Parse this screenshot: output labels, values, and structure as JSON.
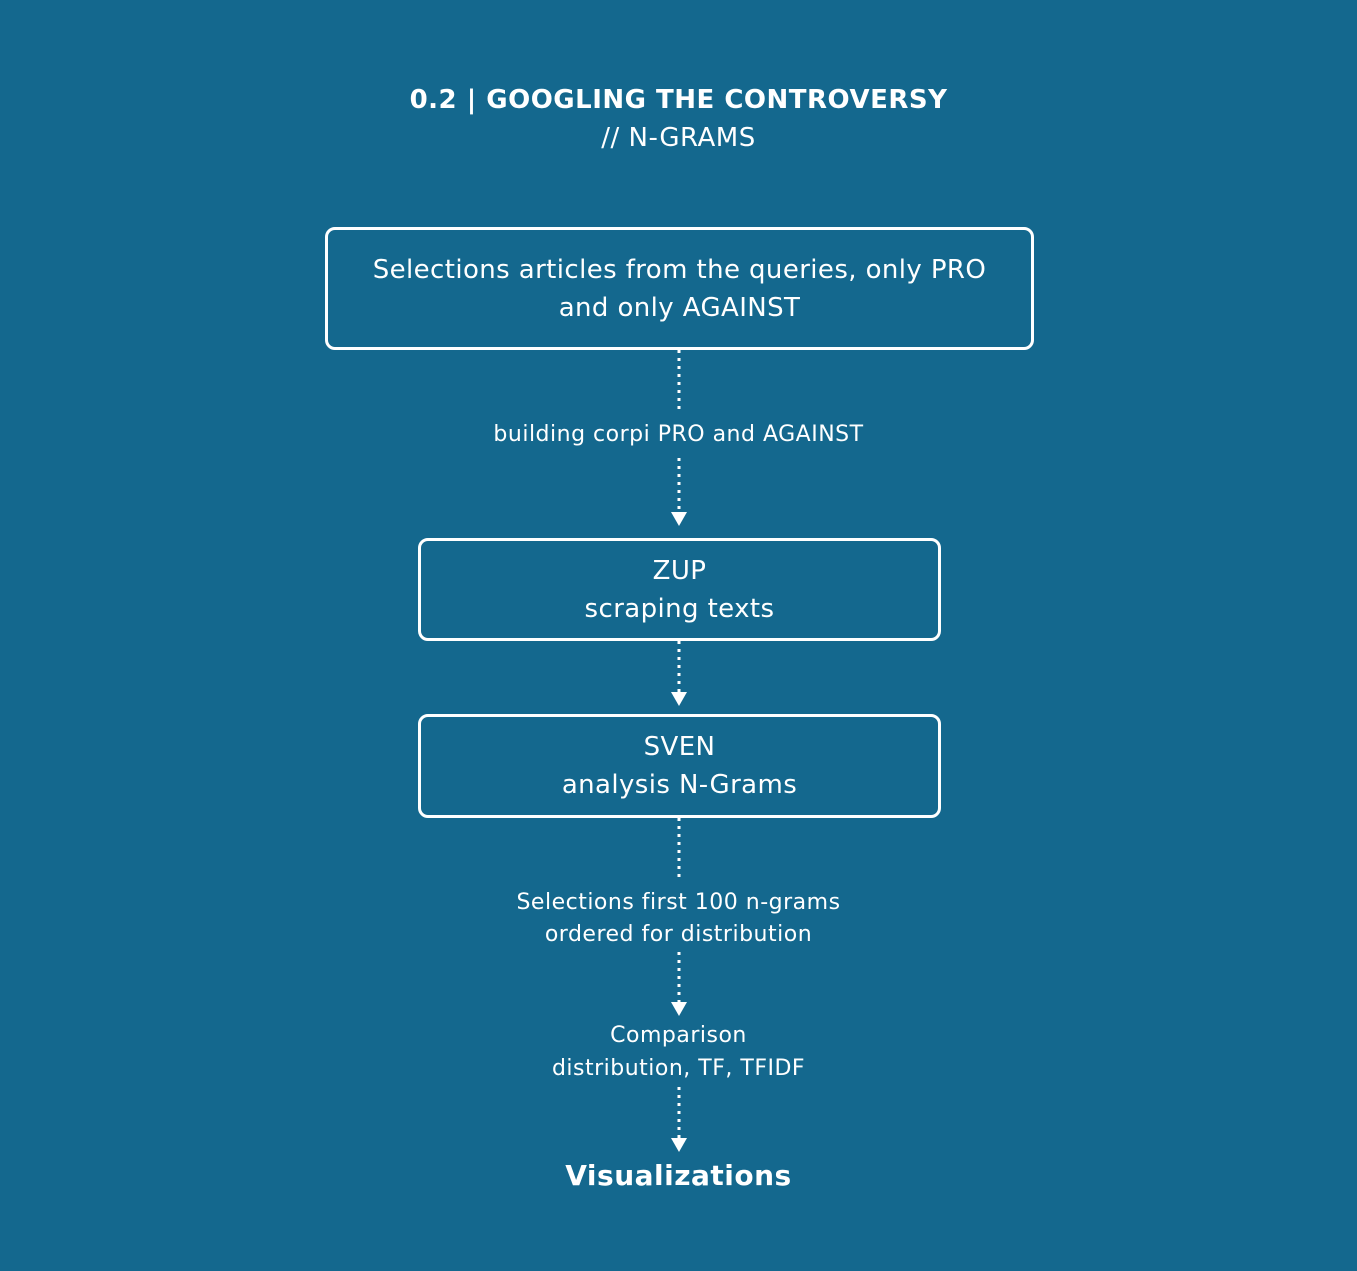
{
  "header": {
    "title": "0.2 | GOOGLING THE CONTROVERSY",
    "subtitle": "// N-GRAMS"
  },
  "steps": {
    "selection": {
      "line1": "Selections articles from the queries, only PRO",
      "line2": "and only AGAINST"
    },
    "zup": {
      "line1": "ZUP",
      "line2": "scraping texts"
    },
    "sven": {
      "line1": "SVEN",
      "line2": "analysis N-Grams"
    }
  },
  "labels": {
    "corpi": "building corpi PRO and AGAINST",
    "ngrams_line1": "Selections first 100 n-grams",
    "ngrams_line2": "ordered for distribution",
    "comparison_line1": "Comparison",
    "comparison_line2": "distribution, TF, TFIDF"
  },
  "final": {
    "label": "Visualizations"
  },
  "colors": {
    "background": "#14688e",
    "foreground": "#ffffff"
  }
}
